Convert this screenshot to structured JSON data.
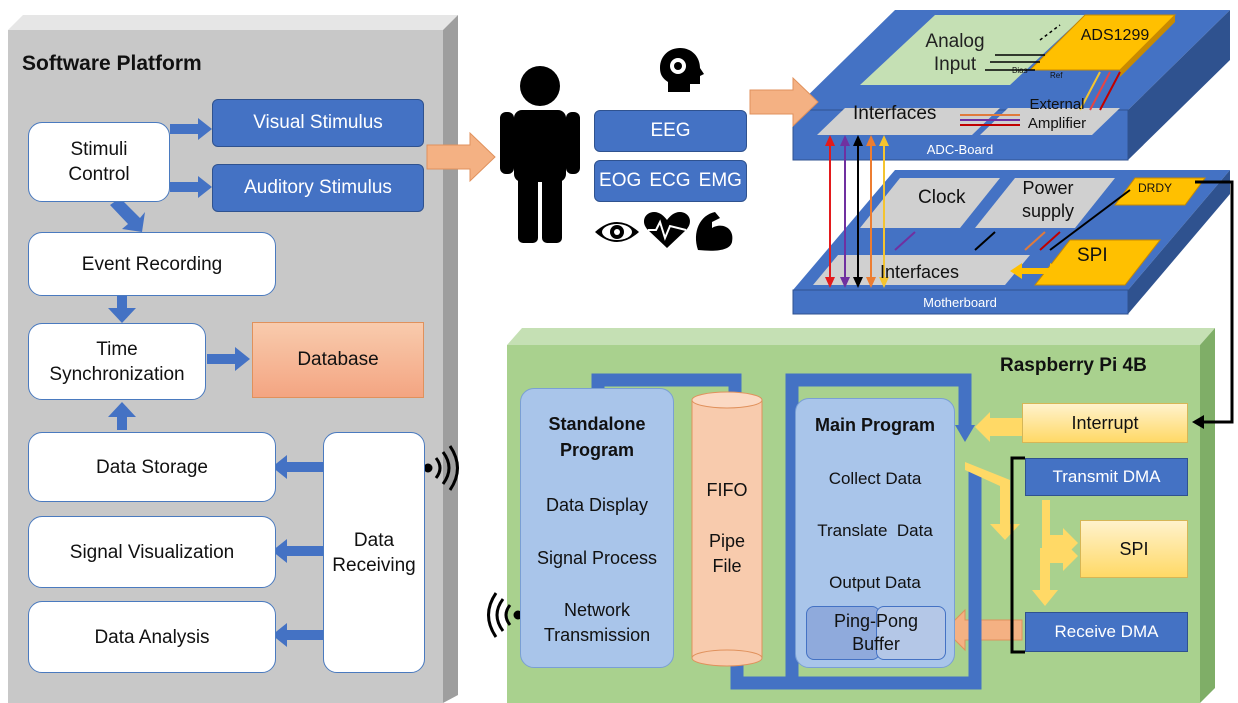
{
  "software": {
    "title": "Software Platform",
    "stimuli_control": "Stimuli\nControl",
    "visual_stimulus": "Visual Stimulus",
    "auditory_stimulus": "Auditory Stimulus",
    "event_recording": "Event Recording",
    "time_sync": "Time\nSynchronization",
    "database": "Database",
    "data_storage": "Data Storage",
    "signal_visualization": "Signal Visualization",
    "data_analysis": "Data Analysis",
    "data_receiving": "Data\nReceiving"
  },
  "signals": {
    "eeg": "EEG",
    "eog": "EOG",
    "ecg": "ECG",
    "emg": "EMG"
  },
  "adc_board": {
    "label": "ADC-Board",
    "analog_input": "Analog\nInput",
    "ads": "ADS1299",
    "bias": "Bias",
    "ref": "Ref",
    "interfaces": "Interfaces",
    "external_amplifier": "External\nAmplifier"
  },
  "motherboard": {
    "label": "Motherboard",
    "clock": "Clock",
    "power_supply": "Power\nsupply",
    "drdy": "DRDY",
    "spi": "SPI",
    "interfaces": "Interfaces"
  },
  "raspberry": {
    "title": "Raspberry Pi 4B",
    "standalone_title": "Standalone\nProgram",
    "data_display": "Data Display",
    "signal_process": "Signal Process",
    "network_transmission": "Network\nTransmission",
    "fifo": "FIFO",
    "pipe_file": "Pipe\nFile",
    "main_title": "Main Program",
    "collect_data": "Collect Data",
    "translate_data": "Translate  Data",
    "output_data": "Output Data",
    "ping_pong": "Ping-Pong\nBuffer",
    "interrupt": "Interrupt",
    "transmit_dma": "Transmit DMA",
    "spi": "SPI",
    "receive_dma": "Receive DMA"
  },
  "colors": {
    "blue": "#4472c4",
    "orange_arrow": "#f4b183",
    "yellow": "#ffc000",
    "green_panel": "#a9d18e",
    "gray_panel": "#d0d0d0"
  }
}
